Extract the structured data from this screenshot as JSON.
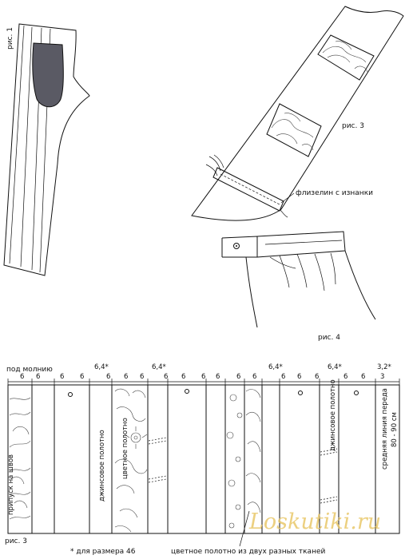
{
  "figure_labels": {
    "fig1": "рис. 1",
    "fig3_top": "рис. 3",
    "fig4": "рис. 4",
    "fig3_bottom": "рис. 3"
  },
  "callouts": {
    "interfacing": "флизелин с изнанки"
  },
  "strip_diagram": {
    "zipper_label": "под молнию",
    "top_numbers": [
      "6",
      "6",
      "6",
      "6",
      "6,4*",
      "6",
      "6",
      "6,4*",
      "6",
      "6",
      "6",
      "6",
      "6",
      "6",
      "6",
      "6,4*",
      "6",
      "6",
      "6",
      "6,4*",
      "6",
      "6",
      "3,2*",
      "3"
    ],
    "vertical_labels": {
      "seam_allowance": "припуск на швов",
      "denim_1": "джинсовое полотно",
      "colored_fabric": "цветное полотно",
      "denim_2": "джинсовое полотно",
      "center_front": "средняя линия переда",
      "length_range": "80 - 90 см"
    },
    "footnote": "* для размера 46",
    "bottom_label": "цветное полотно из двух разных тканей"
  },
  "watermark": "Loskutiki.ru",
  "colors": {
    "line": "#111111",
    "pocket_fill": "#5a5a64",
    "watermark": "#e9c86a"
  }
}
